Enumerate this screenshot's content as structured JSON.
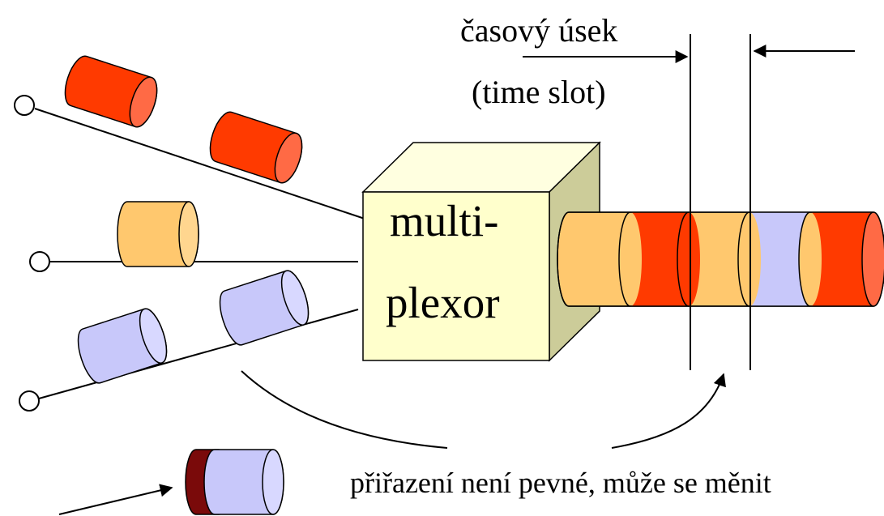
{
  "labels": {
    "time_slot_czech": "časový úsek",
    "time_slot_english": "(time slot)",
    "multiplexor_line1": "multi-",
    "multiplexor_line2": "plexor",
    "assignment_note": "přiřazení není pevné, může se měnit"
  },
  "colors": {
    "red": "#ff3a00",
    "red_end": "#ff6a45",
    "orange": "#ffc86e",
    "orange_end": "#ffd68f",
    "lavender": "#c8c8fa",
    "lavender_end": "#d8d8ff",
    "dark_red": "#7a0a0a",
    "cube_front": "#ffffcc",
    "cube_top": "#ffffe0",
    "cube_side": "#cccc99",
    "stroke": "#000000"
  },
  "icons": {
    "input_terminal": "circle",
    "packet": "cylinder",
    "arrow": "arrowhead"
  }
}
